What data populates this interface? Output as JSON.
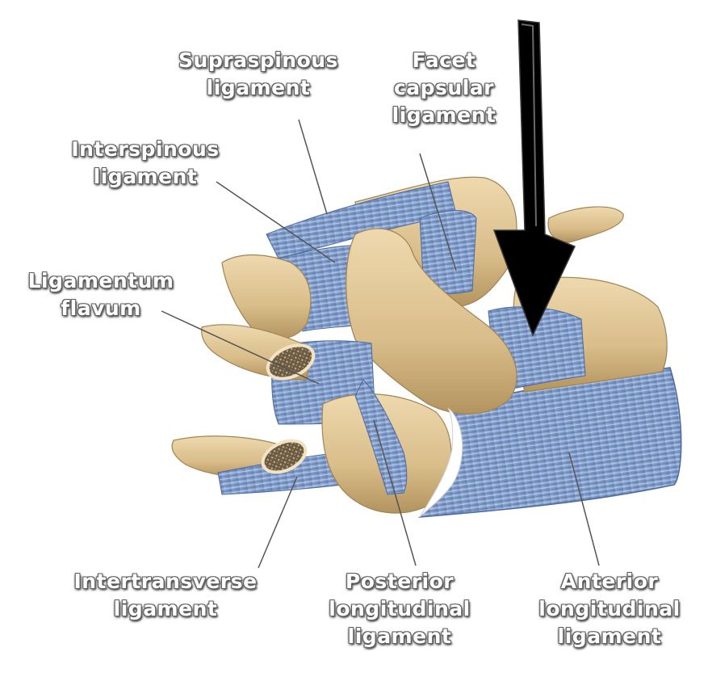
{
  "labels": {
    "supraspinous": [
      "Supraspinous",
      "ligament"
    ],
    "facet": [
      "Facet",
      "capsular",
      "ligament"
    ],
    "interspinous": [
      "Interspinous",
      "ligament"
    ],
    "flavum": [
      "Ligamentum",
      "flavum"
    ],
    "intertransverse": [
      "Intertransverse",
      "ligament"
    ],
    "posterior": [
      "Posterior",
      "longitudinal",
      "ligament"
    ],
    "anterior": [
      "Anterior",
      "longitudinal",
      "ligament"
    ]
  },
  "colors": {
    "bone": "#e2c99a",
    "bone_shadow": "#b89b6a",
    "ligament": "#8fa8cf",
    "ligament_dark": "#5f7fb3",
    "arrow": "#000000",
    "leader": "#555555"
  },
  "icons": {
    "arrow": "down-arrow-icon"
  }
}
